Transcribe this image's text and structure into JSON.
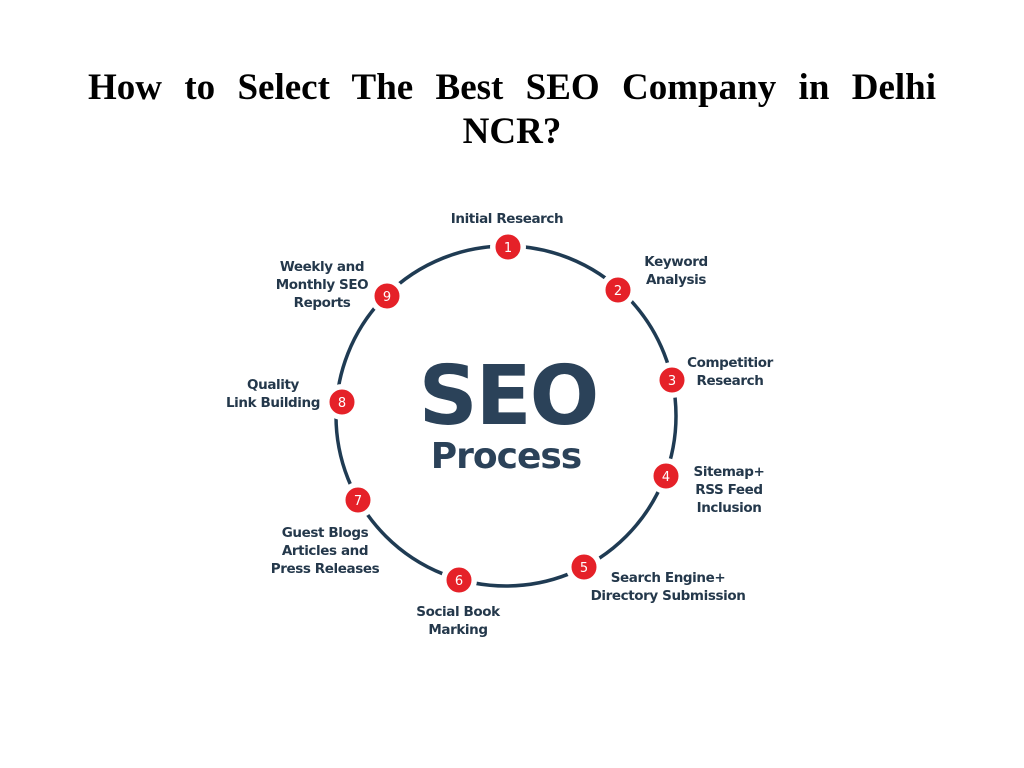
{
  "title": "How to Select The Best SEO Company in Delhi NCR?",
  "diagram": {
    "center_line1": "SEO",
    "center_line2": "Process",
    "colors": {
      "ring": "#1f3b53",
      "node": "#e52128",
      "text": "#24384b",
      "center_text": "#2b4259"
    },
    "steps": [
      {
        "number": "1",
        "label": [
          "Initial Research"
        ]
      },
      {
        "number": "2",
        "label": [
          "Keyword",
          "Analysis"
        ]
      },
      {
        "number": "3",
        "label": [
          "Competitior",
          "Research"
        ]
      },
      {
        "number": "4",
        "label": [
          "Sitemap+",
          "RSS Feed",
          "Inclusion"
        ]
      },
      {
        "number": "5",
        "label": [
          "Search Engine+",
          "Directory Submission"
        ]
      },
      {
        "number": "6",
        "label": [
          "Social Book",
          "Marking"
        ]
      },
      {
        "number": "7",
        "label": [
          "Guest Blogs",
          "Articles and",
          "Press Releases"
        ]
      },
      {
        "number": "8",
        "label": [
          "Quality",
          "Link Building"
        ]
      },
      {
        "number": "9",
        "label": [
          "Weekly and",
          "Monthly SEO",
          "Reports"
        ]
      }
    ]
  }
}
